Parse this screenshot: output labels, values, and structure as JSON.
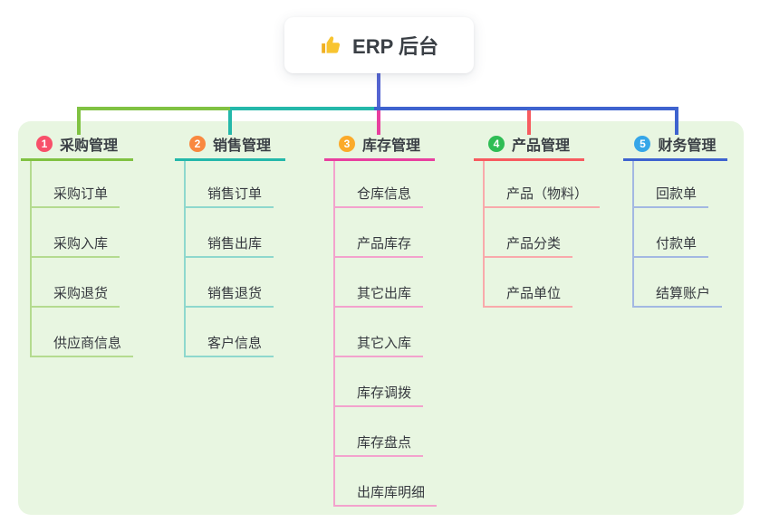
{
  "root": {
    "title": "ERP 后台",
    "icon": "thumbs-up-icon"
  },
  "branches": [
    {
      "index": "1",
      "title": "采购管理",
      "children": [
        "采购订单",
        "采购入库",
        "采购退货",
        "供应商信息"
      ]
    },
    {
      "index": "2",
      "title": "销售管理",
      "children": [
        "销售订单",
        "销售出库",
        "销售退货",
        "客户信息"
      ]
    },
    {
      "index": "3",
      "title": "库存管理",
      "children": [
        "仓库信息",
        "产品库存",
        "其它出库",
        "其它入库",
        "库存调拨",
        "库存盘点",
        "出库库明细"
      ]
    },
    {
      "index": "4",
      "title": "产品管理",
      "children": [
        "产品（物料）",
        "产品分类",
        "产品单位"
      ]
    },
    {
      "index": "5",
      "title": "财务管理",
      "children": [
        "回款单",
        "付款单",
        "结算账户"
      ]
    }
  ],
  "colors": {
    "panel": "#e8f6e1",
    "green": "#80c242",
    "green_light": "#b4db8f",
    "teal": "#24b8aa",
    "teal_light": "#8ed8cd",
    "magenta": "#e83f9f",
    "magenta_light": "#f3a2cd",
    "red": "#f75b5f",
    "red_light": "#f9a9ab",
    "blue": "#3e63cf",
    "blue_light": "#a3b8e2",
    "indigo": "#5565d2",
    "badge1": "#f8506a",
    "badge2": "#f9883f",
    "badge3": "#fbaa2a",
    "badge4": "#2fbd55",
    "badge5": "#35a6e8",
    "thumb": "#f8c430",
    "thumb_cuff": "#f0b022",
    "text_dark": "#3a3f45",
    "text_node": "#36393f"
  }
}
